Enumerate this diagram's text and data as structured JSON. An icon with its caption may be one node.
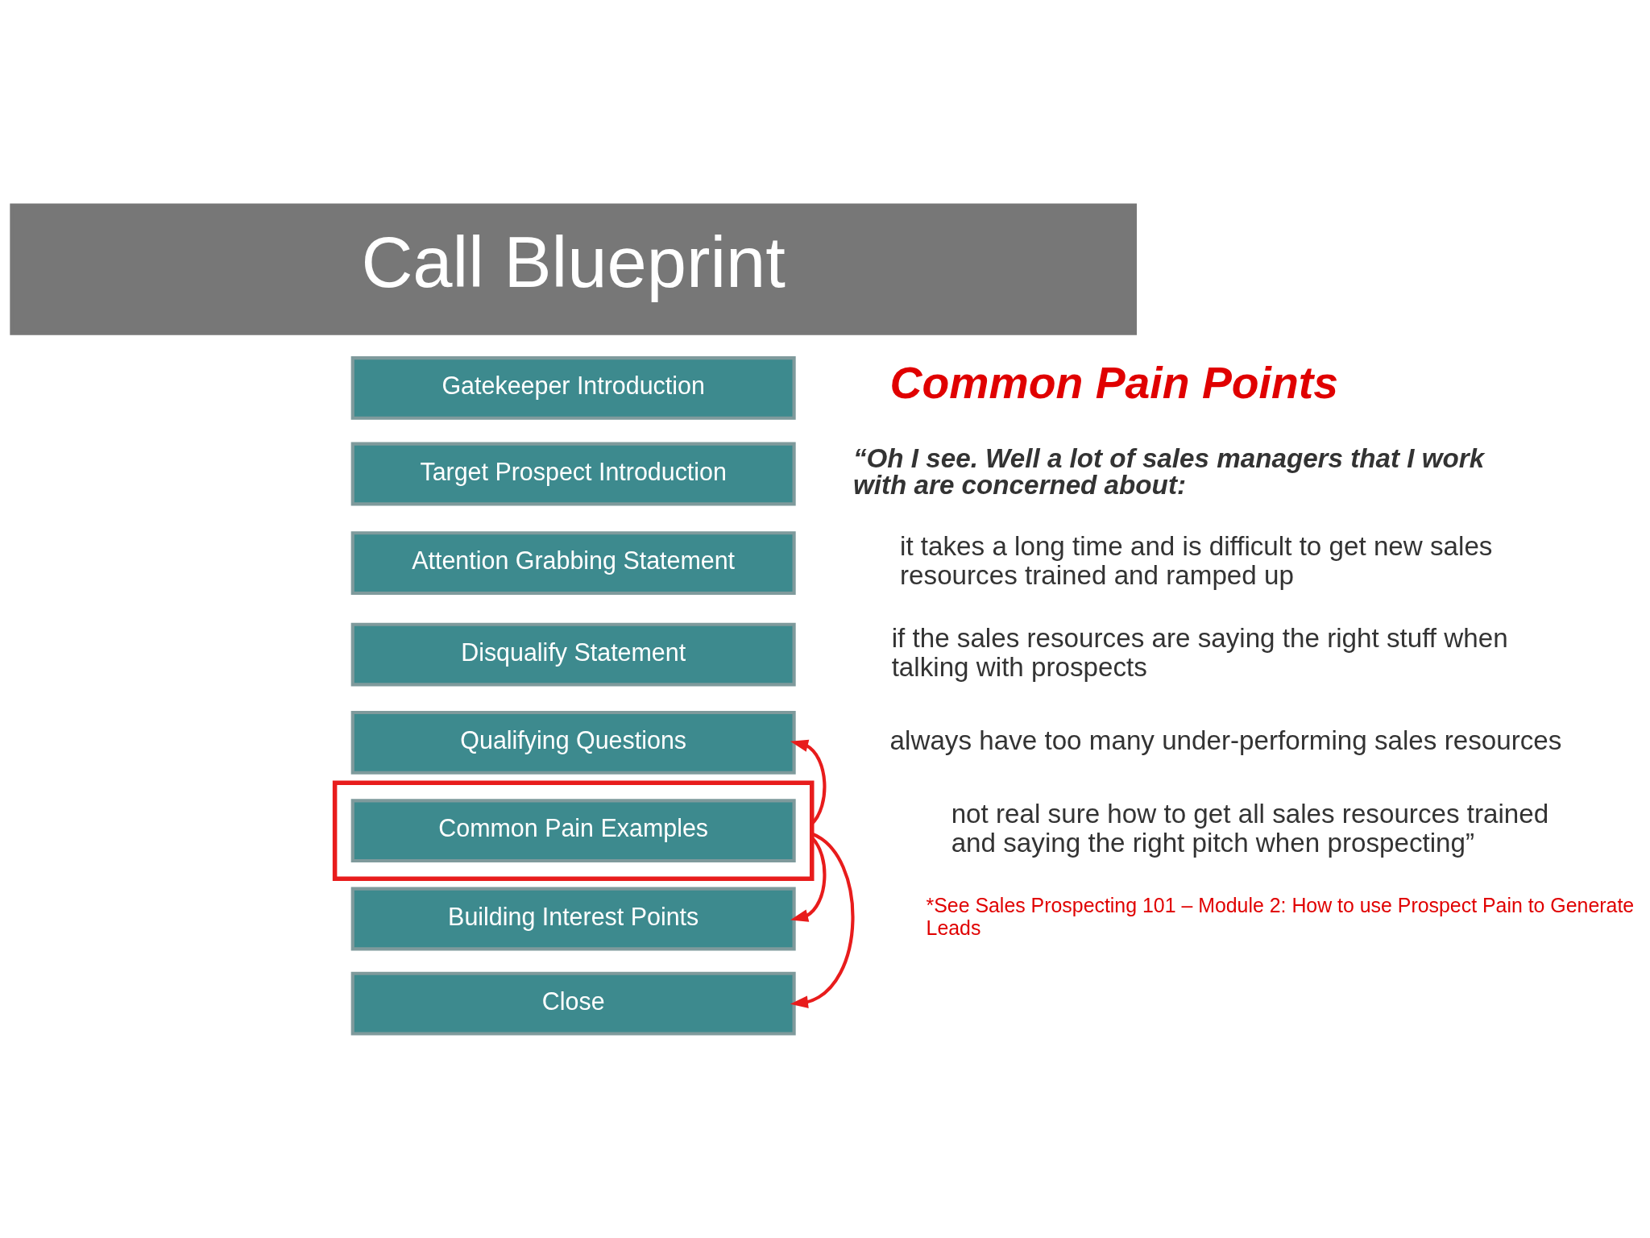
{
  "diagram": {
    "title": "Call Blueprint",
    "nodes": [
      {
        "text": [
          "Gatekeeper Introduction"
        ]
      },
      {
        "text": [
          "Target Prospect Introduction"
        ]
      },
      {
        "text": [
          "Attention Grabbing Statement"
        ]
      },
      {
        "text": [
          "Disqualify Statement"
        ]
      },
      {
        "text": [
          "Qualifying Questions"
        ]
      },
      {
        "text": [],
        "shape": "box"
      },
      {
        "text": [
          "Common Pain Examples"
        ],
        "in": 5
      },
      {
        "text": [
          "Building Interest Points"
        ]
      },
      {
        "text": [
          "Close"
        ]
      }
    ],
    "edges": [
      {
        "from": 5,
        "to": 4,
        "arrow": "to"
      },
      {
        "from": 5,
        "to": 7,
        "arrow": "to"
      },
      {
        "from": 5,
        "to": 8,
        "arrow": "to"
      }
    ],
    "labels": [
      "Common Pain Points",
      "“Oh I see. Well a lot of sales managers that I work with are concerned about:",
      "it takes a long time and is difficult to get new sales resources trained and ramped up",
      "if the sales resources are saying the right stuff when talking with prospects",
      "always have too many under-performing sales resources",
      "not real sure how to get all sales resources trained and saying the right pitch when prospecting”",
      "*See Sales Prospecting 101 – Module 2: How to use Prospect Pain to Generate Leads"
    ]
  }
}
